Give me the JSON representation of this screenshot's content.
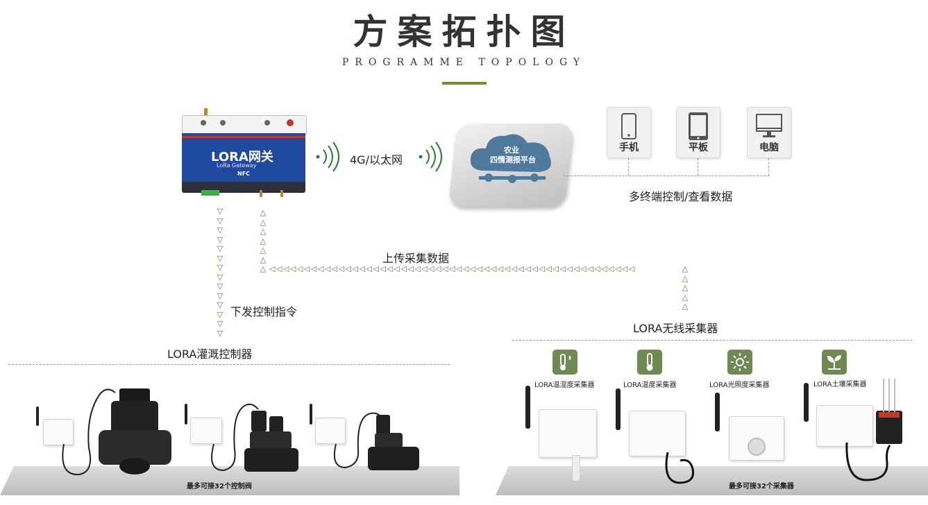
{
  "header": {
    "title": "方案拓扑图",
    "subtitle": "PROGRAMME TOPOLOGY",
    "accent_color": "#6e8f2a"
  },
  "gateway": {
    "main_label": "LORA网关",
    "sub_label": "LoRa Gateway",
    "nfc_label": "NFC",
    "body_color": "#1f4aa0"
  },
  "network": {
    "label": "4G/以太网"
  },
  "platform": {
    "line1": "农业",
    "line2": "四情测报平台"
  },
  "terminals": {
    "items": [
      {
        "label": "手机",
        "icon": "phone-icon"
      },
      {
        "label": "平板",
        "icon": "tablet-icon"
      },
      {
        "label": "电脑",
        "icon": "monitor-icon"
      }
    ],
    "caption": "多终端控制/查看数据"
  },
  "flows": {
    "upload_label": "上传采集数据",
    "command_label": "下发控制指令"
  },
  "controller": {
    "title": "LORA灌溉控制器",
    "note": "最多可接32个控制阀"
  },
  "collector": {
    "title": "LORA无线采集器",
    "note": "最多可接32个采集器",
    "sensors": [
      {
        "label": "LORA温湿度采集器",
        "icon": "thermometer-droplet-icon"
      },
      {
        "label": "LORA温度采集器",
        "icon": "thermometer-icon"
      },
      {
        "label": "LORA光照度采集器",
        "icon": "sun-icon"
      },
      {
        "label": "LORA土壤采集器",
        "icon": "sprout-icon"
      }
    ],
    "icon_color": "#6e8a52"
  }
}
